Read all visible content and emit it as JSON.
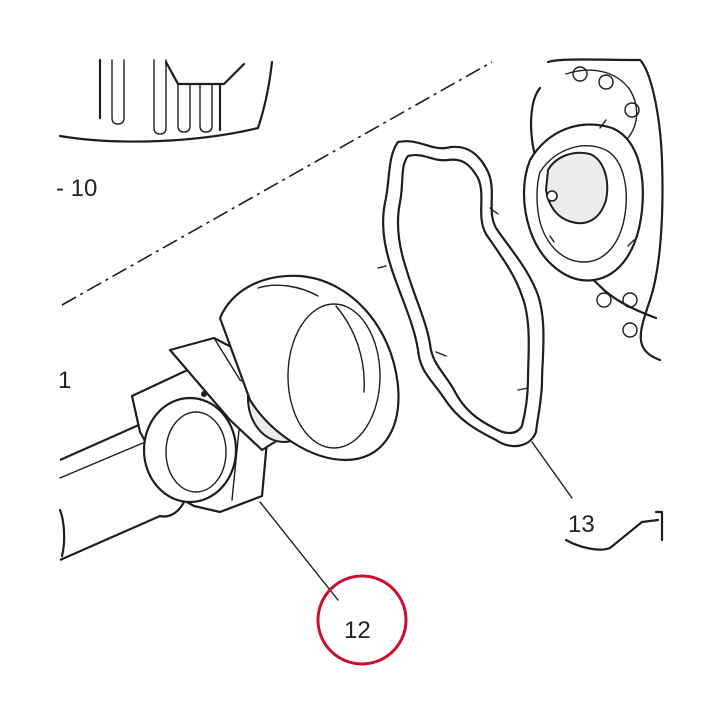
{
  "callouts": {
    "c10": "- 10",
    "c1": "1",
    "c13": "13",
    "c12": "12"
  },
  "highlight": {
    "callout": "12",
    "color": "#c8102e"
  },
  "colors": {
    "line": "#1e1e1e",
    "background": "#ffffff",
    "highlight_circle": "#c8102e"
  }
}
